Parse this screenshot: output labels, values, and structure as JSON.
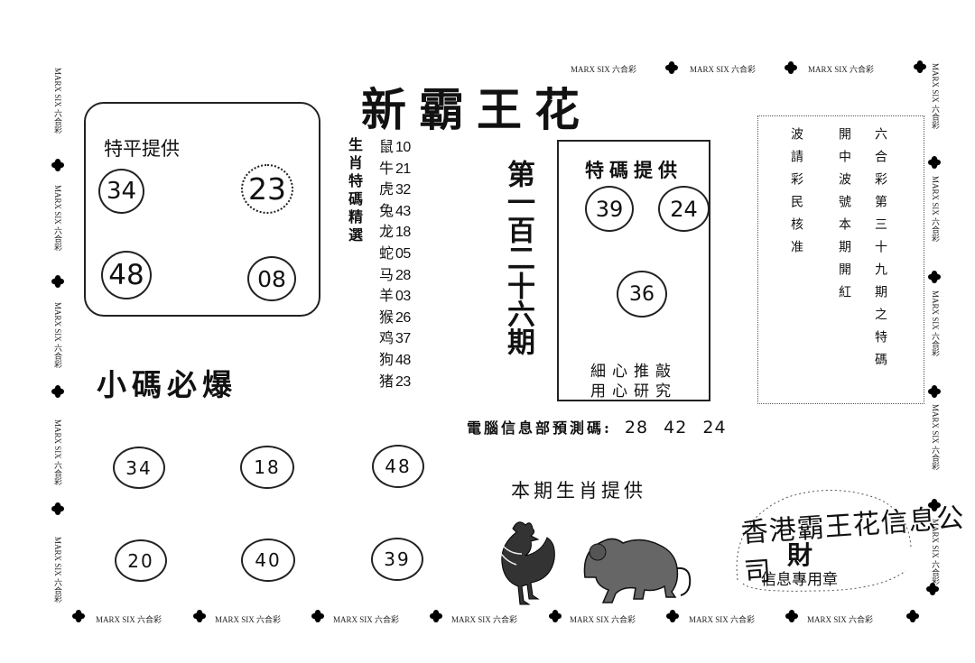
{
  "title": "新霸王花",
  "left_box": {
    "label": "特平提供",
    "numbers": [
      "34",
      "23",
      "48",
      "08"
    ]
  },
  "zodiac": {
    "vertical_label": "生肖特碼精選",
    "items": [
      {
        "animal": "鼠",
        "num": "10"
      },
      {
        "animal": "牛",
        "num": "21"
      },
      {
        "animal": "虎",
        "num": "32"
      },
      {
        "animal": "兔",
        "num": "43"
      },
      {
        "animal": "龙",
        "num": "18"
      },
      {
        "animal": "蛇",
        "num": "05"
      },
      {
        "animal": "马",
        "num": "28"
      },
      {
        "animal": "羊",
        "num": "03"
      },
      {
        "animal": "猴",
        "num": "26"
      },
      {
        "animal": "鸡",
        "num": "37"
      },
      {
        "animal": "狗",
        "num": "48"
      },
      {
        "animal": "猪",
        "num": "23"
      }
    ]
  },
  "issue": "第一百二十六期",
  "special_box": {
    "label": "特碼提供",
    "numbers": [
      "39",
      "24",
      "36"
    ],
    "footer_line1": "細心推敲",
    "footer_line2": "用心研究"
  },
  "notice_columns": [
    "六合彩第三十九期之特碼",
    "開中波號本期開紅",
    "波請彩民核准"
  ],
  "small_codes": {
    "title": "小碼必爆",
    "numbers": [
      "34",
      "18",
      "48",
      "20",
      "40",
      "39"
    ]
  },
  "prediction": {
    "label": "電腦信息部預測碼:",
    "numbers": "28 42 24"
  },
  "zodiac_provided": "本期生肖提供",
  "stamp": {
    "arc_text": "香港霸王花信息公司",
    "center": "財",
    "bottom": "信息專用章"
  },
  "border_text": "MARX SIX 六合彩"
}
